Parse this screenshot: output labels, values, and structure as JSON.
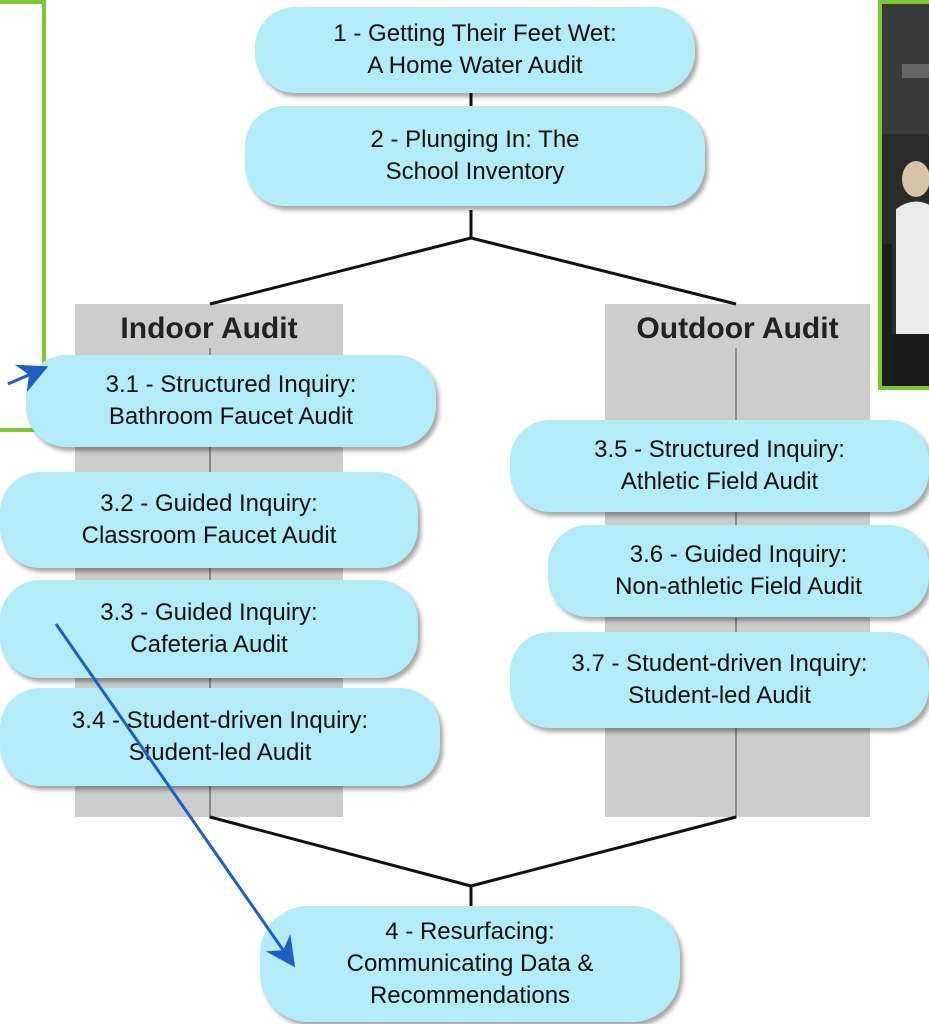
{
  "nodes": {
    "n1": {
      "line1": "1 - Getting Their Feet Wet:",
      "line2": "A Home Water Audit"
    },
    "n2": {
      "line1": "2 - Plunging In: The",
      "line2": "School Inventory"
    },
    "n31": {
      "line1": "3.1 - Structured Inquiry:",
      "line2": "Bathroom Faucet Audit"
    },
    "n32": {
      "line1": "3.2 - Guided Inquiry:",
      "line2": "Classroom Faucet Audit"
    },
    "n33": {
      "line1": "3.3 - Guided Inquiry:",
      "line2": "Cafeteria Audit"
    },
    "n34": {
      "line1": "3.4 - Student-driven Inquiry:",
      "line2": "Student-led Audit"
    },
    "n35": {
      "line1": "3.5 - Structured Inquiry:",
      "line2": "Athletic Field Audit"
    },
    "n36": {
      "line1": "3.6 - Guided Inquiry:",
      "line2": "Non-athletic Field Audit"
    },
    "n37": {
      "line1": "3.7 - Student-driven Inquiry:",
      "line2": "Student-led Audit"
    },
    "n4": {
      "line1": "4 - Resurfacing:",
      "line2": "Communicating Data &",
      "line3": "Recommendations"
    }
  },
  "groups": {
    "indoor": "Indoor Audit",
    "outdoor": "Outdoor Audit"
  },
  "colors": {
    "node_fill": "#b3ecf6",
    "band_fill": "#cdcdcd",
    "photo_border": "#7dc832",
    "arrow": "#1f5fc4",
    "connector": "#111111"
  }
}
